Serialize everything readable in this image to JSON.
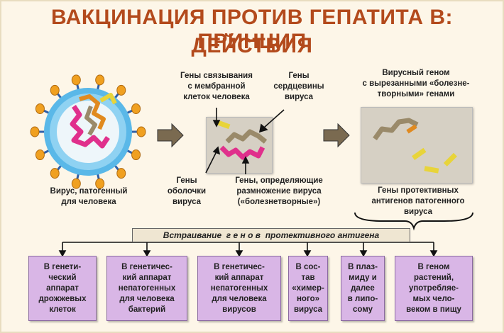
{
  "title": {
    "line1": "ВАКЦИНАЦИЯ ПРОТИВ ГЕПАТИТА В: ПРИНЦИП",
    "line2": "ДЕЙСТВИЯ"
  },
  "labels": {
    "virus": "Вирус, патогенный\nдля человека",
    "binding_genes": "Гены связывания\nс мембранной\nклеток человека",
    "core_genes": "Гены\nсердцевины\nвируса",
    "envelope_genes": "Гены\nоболочки\nвируса",
    "replication_genes": "Гены, определяющие\nразмножение вируса\n(«болезнетворные»)",
    "cut_genome": "Вирусный геном\nс вырезанными «болезне-\nтворными» генами",
    "protective_genes": "Гены протективных\nантигенов патогенного\nвируса"
  },
  "banner": "Встраивание  г е н о в  протективного антигена",
  "targets": [
    "В генети-\nческий\nаппарат\nдрожжевых\nклеток",
    "В генетичес-\nкий аппарат\nнепатогенных\nдля человека\nбактерий",
    "В генетичес-\nкий аппарат\nнепатогенных\nдля человека\nвирусов",
    "В сос-\nтав\n«химер-\nного»\nвируса",
    "В плаз-\nмиду и\nдалее\nв липо-\nсому",
    "В геном\nрастений,\nупотребляе-\nмых чело-\nвеком в пищу"
  ],
  "colors": {
    "title": "#b34a1c",
    "target_box": "#d9b6e6",
    "panel": "#d6d0c4",
    "gene_pink": "#e0308c",
    "gene_gray": "#9a8a6a",
    "gene_orange": "#e08a20",
    "gene_yellow": "#e8d43a",
    "virus_blue": "#5ab8e8"
  }
}
